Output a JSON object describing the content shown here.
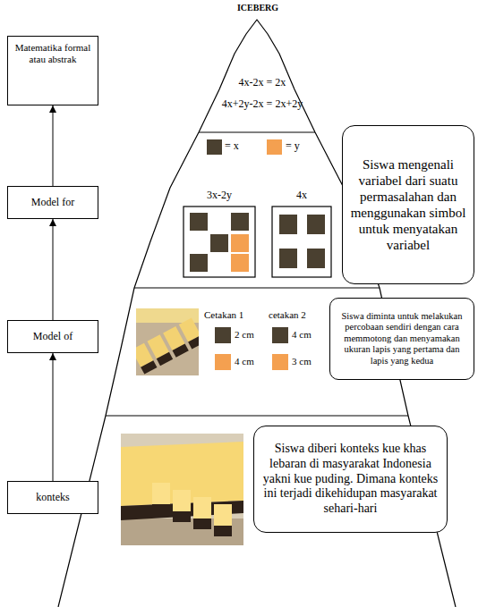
{
  "diagram": {
    "title": "ICEBERG",
    "nodes": [
      {
        "text": [
          "Matematika formal atau abstrak"
        ]
      },
      {
        "text": [
          "Model for"
        ]
      },
      {
        "text": [
          "Siswa mengenali variabel dari suatu permasalahan dan menggunakan simbol untuk menyatakan variabel"
        ]
      },
      {
        "text": [
          "Model of"
        ]
      },
      {
        "text": [
          "Siswa diminta untuk melakukan percobaan sendiri dengan cara memmotong dan menyamakan ukuran lapis yang pertama dan lapis yang kedua"
        ]
      },
      {
        "text": [
          "konteks"
        ]
      },
      {
        "text": [
          "Siswa diberi konteks kue khas lebaran di masyarakat Indonesia yakni kue puding. Dimana konteks ini terjadi dikehidupan masyarakat sehari-hari"
        ]
      }
    ],
    "edges": [
      {
        "from": 5,
        "to": 3,
        "arrow": "to"
      },
      {
        "from": 3,
        "to": 1,
        "arrow": "to"
      },
      {
        "from": 1,
        "to": 0,
        "arrow": "to"
      }
    ],
    "labels": [
      "4x-2x = 2x",
      "4x+2y-2x = 2x+2y",
      "= x",
      "= y",
      "3x-2y",
      "4x",
      "Cetakan 1",
      "cetakan 2",
      "2 cm",
      "4 cm",
      "4 cm",
      "3 cm"
    ]
  }
}
